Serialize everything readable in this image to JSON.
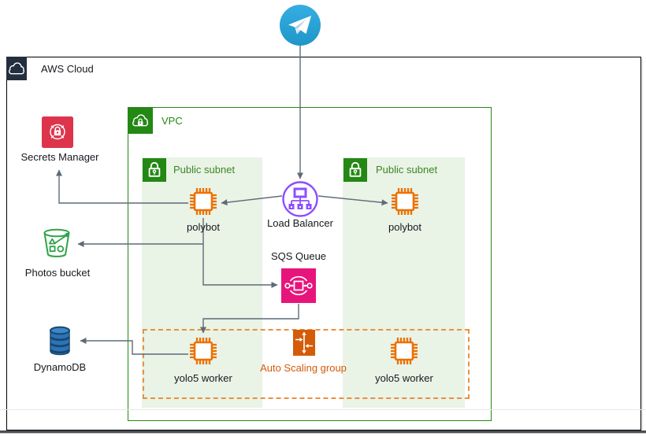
{
  "aws_cloud": {
    "label": "AWS Cloud",
    "icon": "aws-cloud-icon",
    "header_color": "#232f3e"
  },
  "vpc": {
    "label": "VPC",
    "icon": "vpc-cloud-lock-icon",
    "color": "#248814"
  },
  "subnets": {
    "fill": "#e9f3e6",
    "icon": "lock-icon",
    "left": {
      "label": "Public subnet"
    },
    "right": {
      "label": "Public subnet"
    }
  },
  "nodes": {
    "telegram": {
      "label": "",
      "icon": "telegram-icon",
      "color": "#29a9eb"
    },
    "secrets_manager": {
      "label": "Secrets Manager",
      "icon": "secrets-manager-icon",
      "color": "#dd344c"
    },
    "photos_bucket": {
      "label": "Photos bucket",
      "icon": "s3-bucket-icon",
      "color": "#2fa347"
    },
    "dynamodb": {
      "label": "DynamoDB",
      "icon": "dynamodb-icon",
      "color": "#2e73b8"
    },
    "polybot_left": {
      "label": "polybot",
      "icon": "instance-chip-icon",
      "color": "#ed7100"
    },
    "polybot_right": {
      "label": "polybot",
      "icon": "instance-chip-icon",
      "color": "#ed7100"
    },
    "load_balancer": {
      "label": "Load Balancer",
      "icon": "load-balancer-icon",
      "color": "#8c4fff"
    },
    "sqs_queue": {
      "label": "SQS Queue",
      "icon": "sqs-icon",
      "color": "#e7157b"
    },
    "auto_scaling_group": {
      "label": "Auto Scaling group",
      "icon": "auto-scaling-icon",
      "color": "#d45b07",
      "border": "#e8913f"
    },
    "yolo5_left": {
      "label": "yolo5 worker",
      "icon": "instance-chip-icon",
      "color": "#ed7100"
    },
    "yolo5_right": {
      "label": "yolo5 worker",
      "icon": "instance-chip-icon",
      "color": "#ed7100"
    }
  },
  "edges": [
    {
      "from": "telegram",
      "to": "load_balancer"
    },
    {
      "from": "load_balancer",
      "to": "polybot_left"
    },
    {
      "from": "load_balancer",
      "to": "polybot_right"
    },
    {
      "from": "polybot_left",
      "to": "secrets_manager"
    },
    {
      "from": "polybot_left",
      "to": "photos_bucket"
    },
    {
      "from": "polybot_left",
      "to": "sqs_queue"
    },
    {
      "from": "sqs_queue",
      "to": "yolo5_left"
    },
    {
      "from": "yolo5_left",
      "to": "dynamodb"
    }
  ],
  "edge_color": "#5e6b77"
}
